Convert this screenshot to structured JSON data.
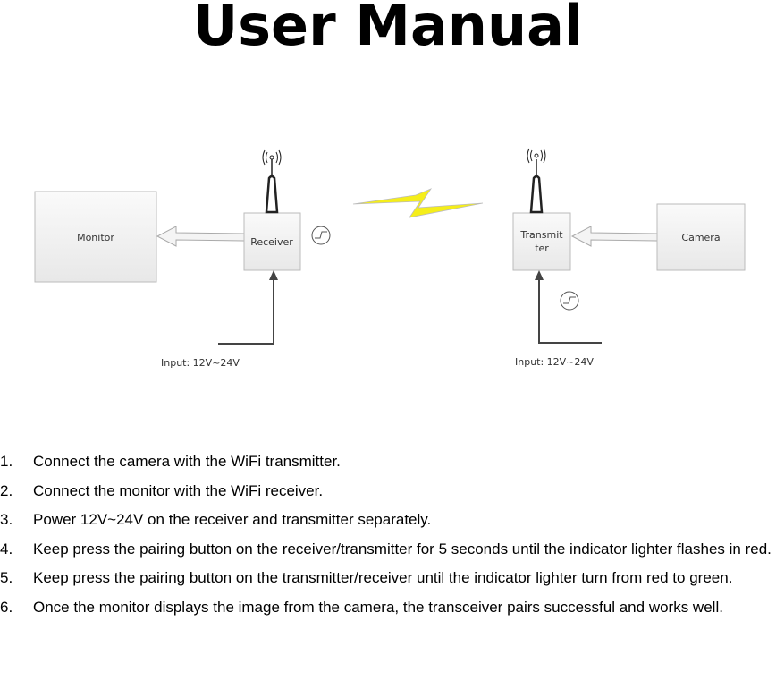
{
  "title": "User Manual",
  "diagram": {
    "monitor": "Monitor",
    "receiver": "Receiver",
    "transmitter_line1": "Transmit",
    "transmitter_line2": "ter",
    "camera": "Camera",
    "receiver_input": "Input: 12V~24V",
    "transmitter_input": "Input: 12V~24V",
    "lightning_color": "#f5ee1a"
  },
  "steps": [
    {
      "num": "1.",
      "text": "Connect the camera with the WiFi transmitter."
    },
    {
      "num": "2.",
      "text": "Connect the monitor with the WiFi receiver."
    },
    {
      "num": "3.",
      "text": "Power 12V~24V on the receiver and transmitter separately."
    },
    {
      "num": "4.",
      "text": "Keep press the pairing button on the receiver/transmitter for 5 seconds until the indicator lighter flashes in red."
    },
    {
      "num": "5.",
      "text": "Keep press the pairing button on the transmitter/receiver until the indicator lighter turn from red to green."
    },
    {
      "num": "6.",
      "text": "Once the monitor displays the image from the camera, the transceiver pairs successful and works well."
    }
  ]
}
